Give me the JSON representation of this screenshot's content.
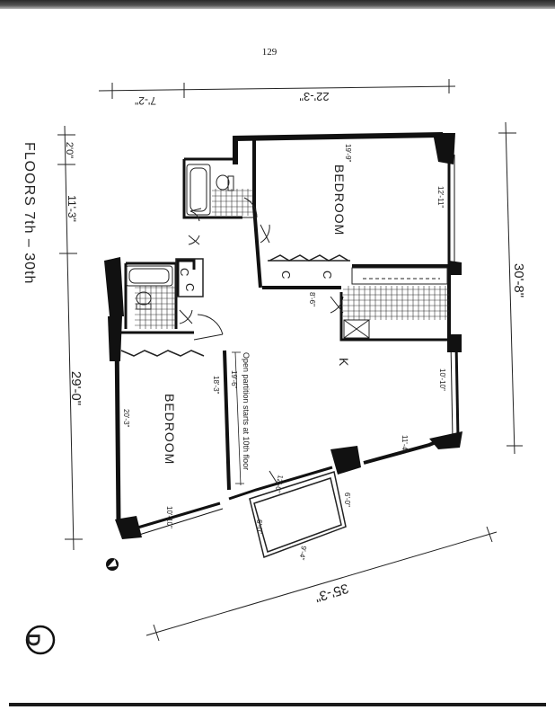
{
  "page": {
    "number": "129"
  },
  "floors_label": "FLOORS 7th – 30th",
  "plan_letter": "D",
  "rooms": {
    "bedroom_1": "BEDROOM",
    "bedroom_2": "BEDROOM",
    "kitchen": "K"
  },
  "closets": [
    "C",
    "C",
    "C",
    "C"
  ],
  "dimensions": {
    "top_left": "7'-2\"",
    "top_right": "22'-3\"",
    "left_top": "2'0\"",
    "left_mid": "11'-3\"",
    "left_bottom": "29'-0\"",
    "right_overall": "30'-8\"",
    "bottom_overall": "35'-3\"",
    "br1_width": "19'-9\"",
    "br1_depth": "12'-11\"",
    "hall": "8'-6\"",
    "living_depth": "10'-10\"",
    "living_width": "11'-4\"",
    "living_length": "19'-6\"",
    "living_front": "12'-0\"",
    "balcony_depth": "6'-0\"",
    "balcony_side": "6'-0\"",
    "balcony_width": "9'-4\"",
    "br2_depth": "20'-3\"",
    "br2_width": "10'-10\"",
    "partition_len": "18'-3\""
  },
  "note": "Open partition starts at 10th floor"
}
